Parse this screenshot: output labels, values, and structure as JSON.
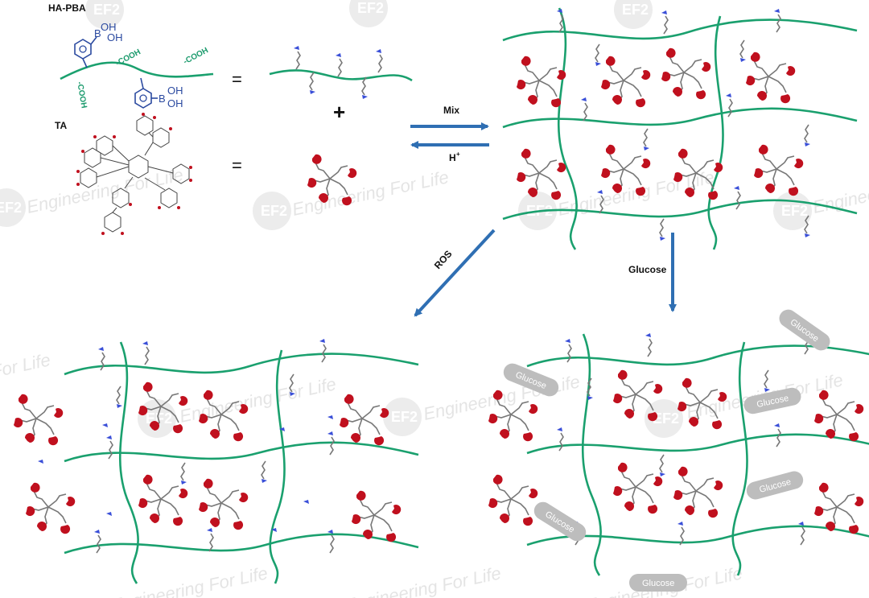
{
  "labels": {
    "ha_pba": "HA-PBA",
    "ta": "TA",
    "equals": "=",
    "plus": "+",
    "mix": "Mix",
    "h_plus": "H",
    "h_plus_sup": "+",
    "ros": "ROS",
    "glucose_arrow": "Glucose",
    "cooh": "-COOH",
    "boron": "B",
    "oh": "OH",
    "glucose_pill": "Glucose"
  },
  "watermark": {
    "logo": "EF2",
    "text": "Engineering For Life"
  },
  "colors": {
    "polymer": "#1aa06e",
    "arrow": "#2f6fb3",
    "tannic_red": "#c0101e",
    "pba_blue": "#3a4fd8",
    "linker_gray": "#777777",
    "glucose_pill": "#bdbdbd"
  }
}
